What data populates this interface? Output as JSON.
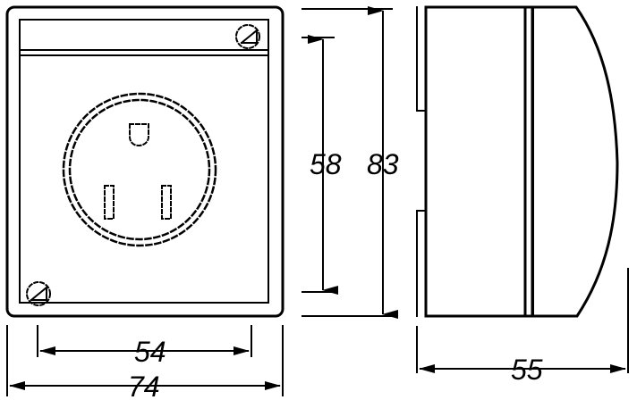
{
  "diagram": {
    "dimensions": {
      "front_inner_width": "54",
      "front_outer_width": "74",
      "front_inner_height": "58",
      "front_outer_height": "83",
      "side_depth": "55"
    },
    "icons": {
      "top_right": "screw-icon",
      "bottom_left": "screw-icon",
      "center": "socket-outline-icon"
    },
    "colors": {
      "stroke": "#000000",
      "background": "#ffffff"
    }
  }
}
